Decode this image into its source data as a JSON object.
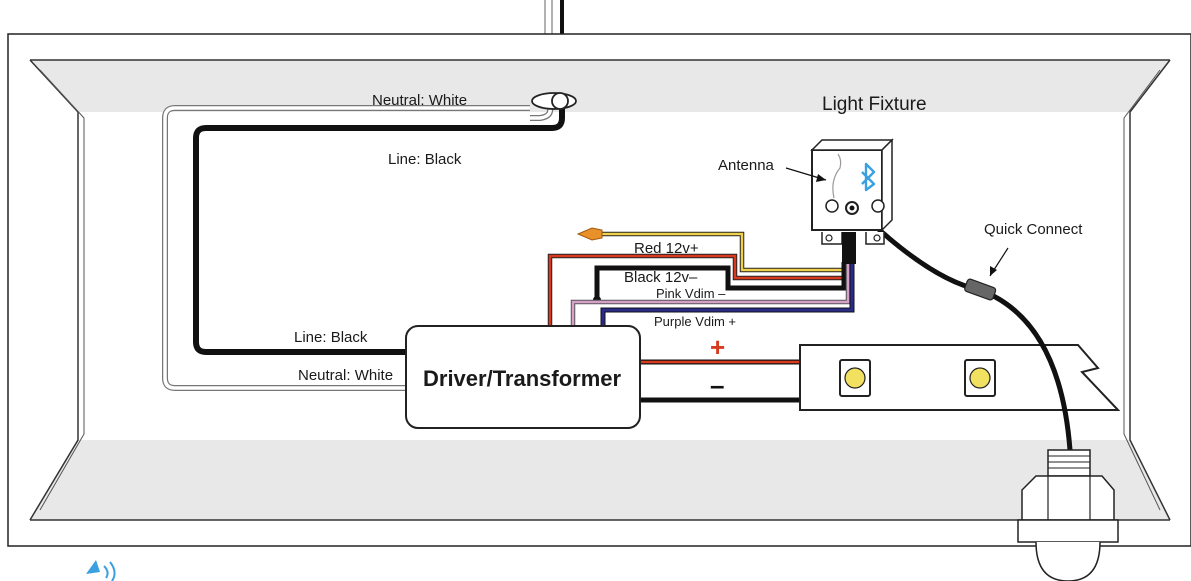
{
  "title": "Light Fixture",
  "labels": {
    "neutral_white_top": "Neutral: White",
    "line_black_top": "Line: Black",
    "line_black_driver": "Line: Black",
    "neutral_white_driver": "Neutral: White",
    "driver": "Driver/Transformer",
    "antenna": "Antenna",
    "quick_connect": "Quick Connect",
    "red_12v": "Red 12v+",
    "black_12v": "Black 12v–",
    "pink_vdim": "Pink Vdim –",
    "purple_vdim": "Purple Vdim +",
    "plus_symbol": "+",
    "minus_symbol": "–"
  },
  "icons": {
    "bluetooth": "bluetooth-icon",
    "wifi": "wireless-signal-icon"
  },
  "colors": {
    "line_black": "#111111",
    "neutral_white": "#ffffff",
    "red_wire": "#d83a1f",
    "yellow_wire": "#f0d24a",
    "pink_wire": "#d6a0c8",
    "purple_wire": "#2a2a8a",
    "orange_tip": "#e8902a",
    "bluetooth": "#3aa0e0",
    "fixture_panel": "#e9e9e9",
    "led_chip": "#f2e060"
  }
}
